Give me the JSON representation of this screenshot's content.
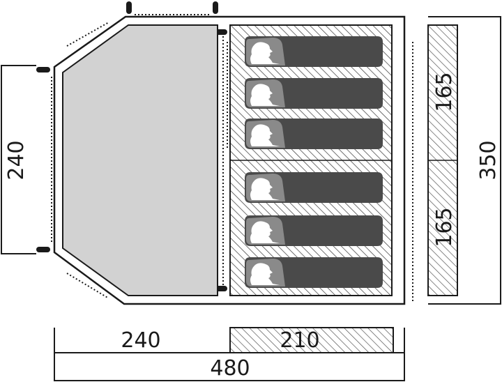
{
  "floor_plan": {
    "dimensions": {
      "left_height": "240",
      "bedroom_height_top": "165",
      "bedroom_height_bottom": "165",
      "total_height": "350",
      "living_width": "240",
      "bedroom_width": "210",
      "total_width": "480"
    },
    "sleeping_bags": 6,
    "colors": {
      "living_area": "#d2d2d2",
      "sleeping_bag": "#4a4a4a",
      "outline": "#1a1a1a",
      "hatch": "#4d4d4d"
    }
  }
}
